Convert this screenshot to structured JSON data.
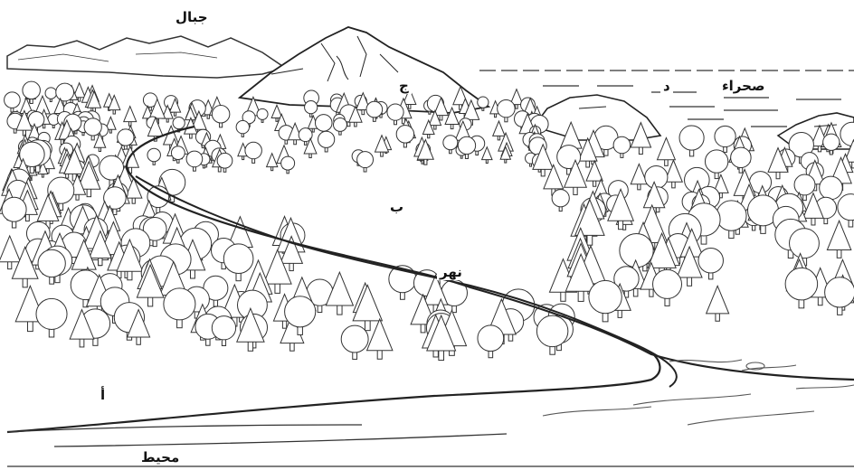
{
  "labels": {
    "mountains": "جبال",
    "mountain_peak": "ج",
    "desert": "صحراء",
    "desert_letter": "د",
    "valley": "ب",
    "river": "نهر",
    "forest_bank": "أ",
    "ocean": "محيط"
  },
  "colors": {
    "ink": "#222222",
    "paper": "#ffffff",
    "water_line": "#555555"
  }
}
